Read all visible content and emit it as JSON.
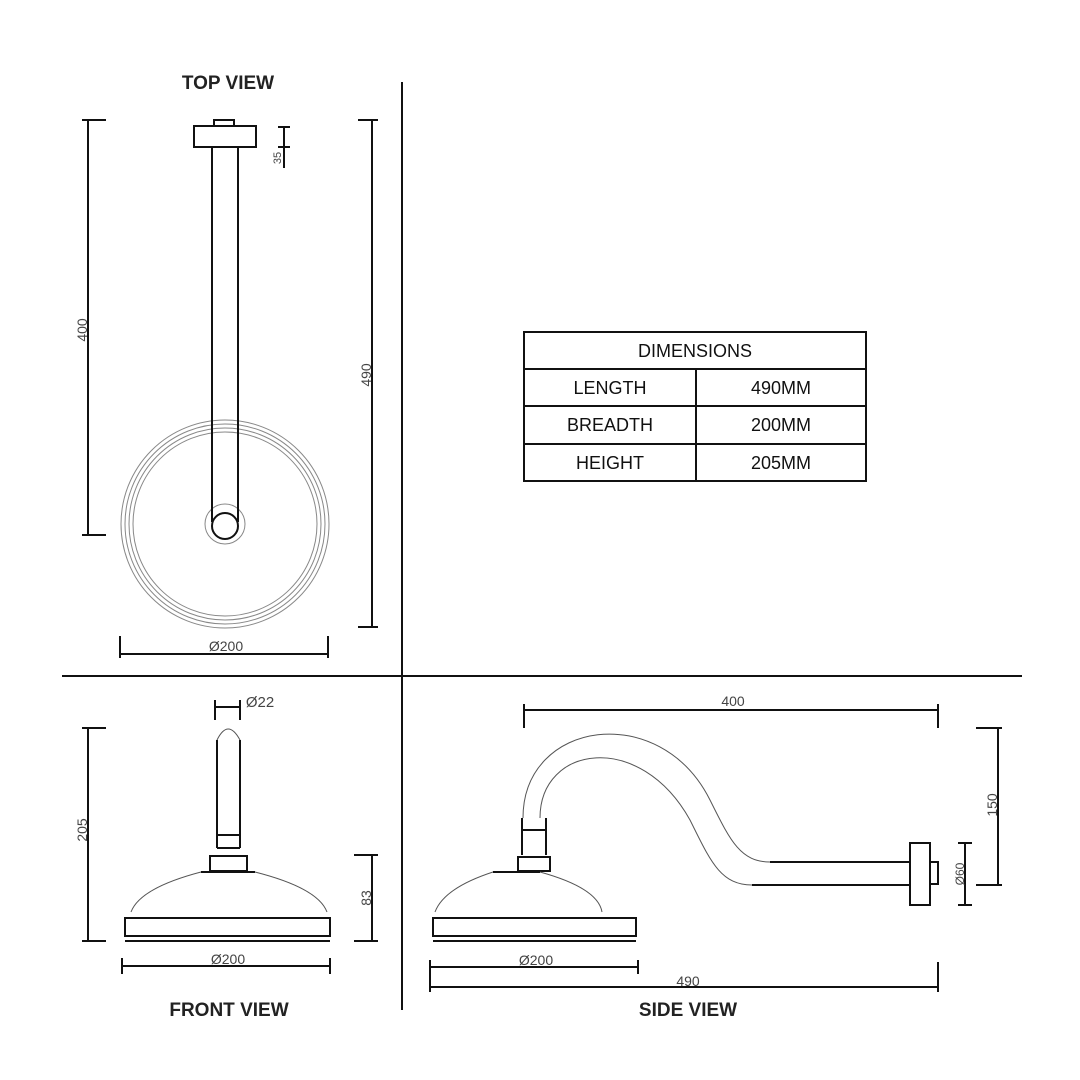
{
  "views": {
    "top": {
      "title": "TOP VIEW",
      "dim_arm": "400",
      "dim_total": "490",
      "dim_diameter": "Ø200",
      "dim_flange": "35"
    },
    "front": {
      "title": "FRONT VIEW",
      "dim_pipe": "Ø22",
      "dim_height": "205",
      "dim_head": "83",
      "dim_diameter": "Ø200"
    },
    "side": {
      "title": "SIDE VIEW",
      "dim_arm": "400",
      "dim_rise": "150",
      "dim_flange": "Ø60",
      "dim_diameter": "Ø200",
      "dim_total": "490"
    }
  },
  "table": {
    "header": "DIMENSIONS",
    "rows": [
      {
        "label": "LENGTH",
        "value": "490MM"
      },
      {
        "label": "BREADTH",
        "value": "200MM"
      },
      {
        "label": "HEIGHT",
        "value": "205MM"
      }
    ]
  }
}
